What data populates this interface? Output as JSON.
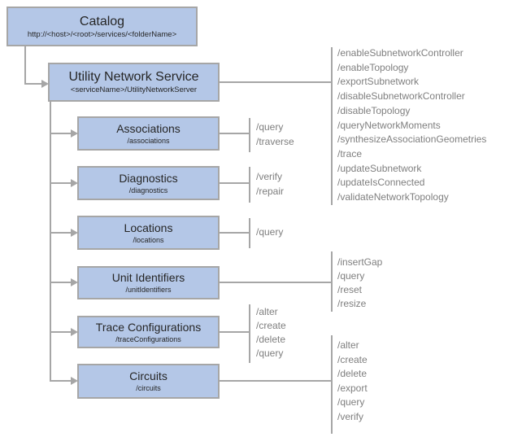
{
  "catalog": {
    "title": "Catalog",
    "subtitle": "http://<host>/<root>/services/<folderName>"
  },
  "service": {
    "title": "Utility Network Service",
    "subtitle": "<serviceName>/UtilityNetworkServer",
    "operations": [
      "/enableSubnetworkController",
      "/enableTopology",
      "/exportSubnetwork",
      "/disableSubnetworkController",
      "/disableTopology",
      "/queryNetworkMoments",
      "/synthesizeAssociationGeometries",
      "/trace",
      "/updateSubnetwork",
      "/updateIsConnected",
      "/validateNetworkTopology"
    ]
  },
  "resources": [
    {
      "title": "Associations",
      "subtitle": "/associations",
      "operations": [
        "/query",
        "/traverse"
      ]
    },
    {
      "title": "Diagnostics",
      "subtitle": "/diagnostics",
      "operations": [
        "/verify",
        "/repair"
      ]
    },
    {
      "title": "Locations",
      "subtitle": "/locations",
      "operations": [
        "/query"
      ]
    },
    {
      "title": "Unit Identifiers",
      "subtitle": "/unitIdentifiers",
      "operations": [
        "/insertGap",
        "/query",
        "/reset",
        "/resize"
      ]
    },
    {
      "title": "Trace Configurations",
      "subtitle": "/traceConfigurations",
      "operations": [
        "/alter",
        "/create",
        "/delete",
        "/query"
      ]
    },
    {
      "title": "Circuits",
      "subtitle": "/circuits",
      "operations": [
        "/alter",
        "/create",
        "/delete",
        "/export",
        "/query",
        "/verify"
      ]
    }
  ],
  "colors": {
    "node_fill": "#b4c7e7",
    "node_border": "#a6a6a6",
    "connector": "#a6a6a6",
    "operation_text": "#7f7f7f",
    "node_text": "#262626"
  }
}
